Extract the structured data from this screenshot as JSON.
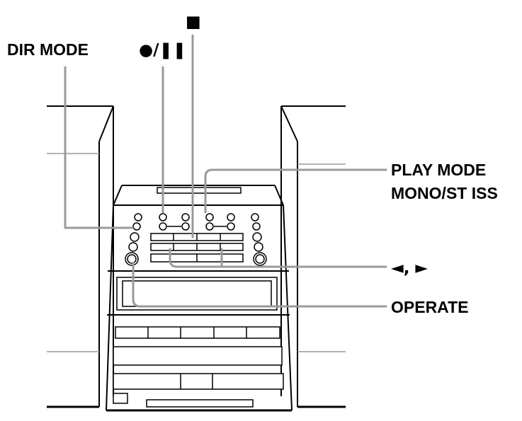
{
  "labels": {
    "dir_mode": "DIR MODE",
    "rec_pause": "●/❚❚",
    "stop": "■",
    "play_mode": "PLAY MODE",
    "mono_st_iss": "MONO/ST ISS",
    "direction": "◄, ►",
    "operate": "OPERATE"
  },
  "colors": {
    "line": "#000000",
    "leader": "#9a9a9a",
    "background": "#ffffff"
  }
}
